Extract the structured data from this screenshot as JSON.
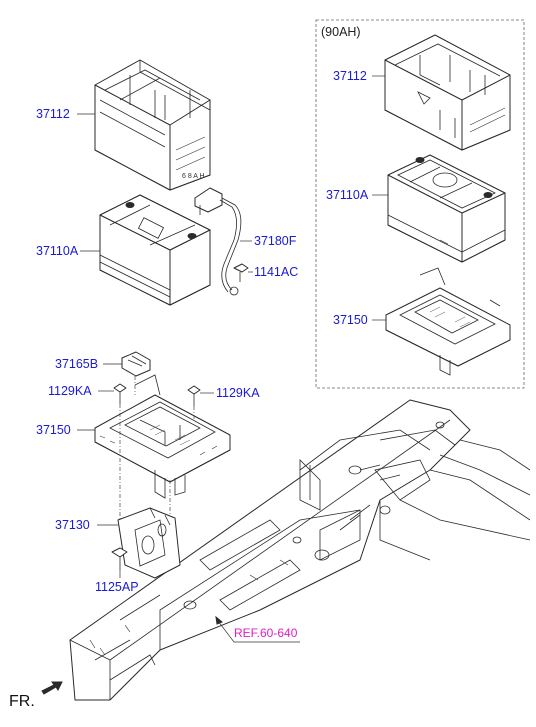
{
  "diagram": {
    "variant_label": "(90AH)",
    "parts": {
      "tray_cover_std": "37112",
      "battery_std": "37110A",
      "cable": "37180F",
      "bolt_1141": "1141AC",
      "bracket_37165": "37165B",
      "bolt_left": "1129KA",
      "bolt_right": "1129KA",
      "tray_std": "37150",
      "bracket_37130": "37130",
      "bolt_1125": "1125AP",
      "tray_cover_90": "37112",
      "battery_90": "37110A",
      "tray_90": "37150"
    },
    "reference": "REF.60-640",
    "front_label": "FR."
  }
}
